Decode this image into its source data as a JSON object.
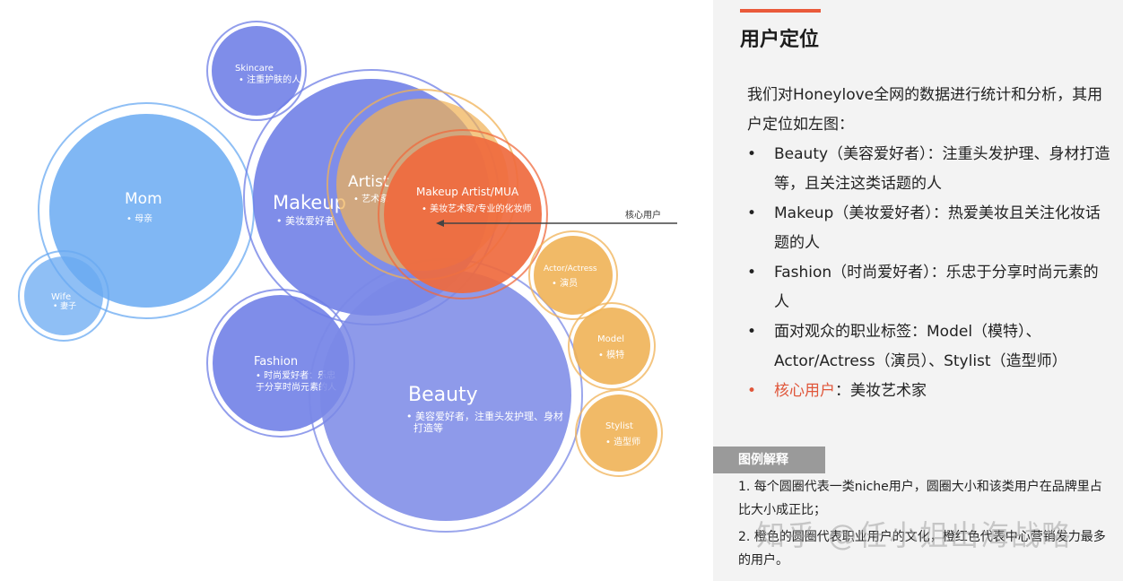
{
  "diagram": {
    "circles": [
      {
        "id": "skincare",
        "name": "Skincare",
        "desc": "注重护肤的人",
        "color": "#6d7de6"
      },
      {
        "id": "mom",
        "name": "Mom",
        "desc": "母亲",
        "color": "#6aaaf2"
      },
      {
        "id": "wife",
        "name": "Wife",
        "desc": "妻子",
        "color": "#6aaaf2"
      },
      {
        "id": "makeup",
        "name": "Makeup",
        "desc": "美妆爱好者",
        "color": "#6d7de6"
      },
      {
        "id": "fashion",
        "name": "Fashion",
        "desc": "时尚爱好者：乐忠于分享时尚元素的人",
        "color": "#6d7de6"
      },
      {
        "id": "beauty",
        "name": "Beauty",
        "desc": "美容爱好者，注重头发护理、身材打造等",
        "color": "#7a88e6"
      },
      {
        "id": "artist",
        "name": "Artist",
        "desc": "艺术家",
        "color": "#f0b256"
      },
      {
        "id": "mua",
        "name": "Makeup Artist/MUA",
        "desc": "美妆艺术家/专业的化妆师",
        "color": "#ef6a3e"
      },
      {
        "id": "actor",
        "name": "Actor/Actress",
        "desc": "演员",
        "color": "#f0b256"
      },
      {
        "id": "model",
        "name": "Model",
        "desc": "模特",
        "color": "#f0b256"
      },
      {
        "id": "stylist",
        "name": "Stylist",
        "desc": "造型师",
        "color": "#f0b256"
      }
    ],
    "core_label": "核心用户"
  },
  "panel": {
    "title": "用户定位",
    "intro": "我们对Honeylove全网的数据进行统计和分析，其用户定位如左图：",
    "bullets": [
      "Beauty（美容爱好者）：注重头发护理、身材打造等，且关注这类话题的人",
      "Makeup（美妆爱好者）：热爱美妆且关注化妆话题的人",
      "Fashion（时尚爱好者）：乐忠于分享时尚元素的人",
      "面对观众的职业标签：Model（模特）、Actor/Actress（演员）、Stylist（造型师）"
    ],
    "core_bullet_label": "核心用户",
    "core_bullet_value": "：美妆艺术家",
    "legend_title": "图例解释",
    "legend_notes": [
      "1. 每个圆圈代表一类niche用户，圆圈大小和该类用户在品牌里占比大小成正比；",
      "2. 橙色的圆圈代表职业用户的文化，橙红色代表中心营销发力最多的用户。"
    ],
    "watermark": "知乎 @任小姐出海战略"
  },
  "accent_color": "#ea5a3a"
}
